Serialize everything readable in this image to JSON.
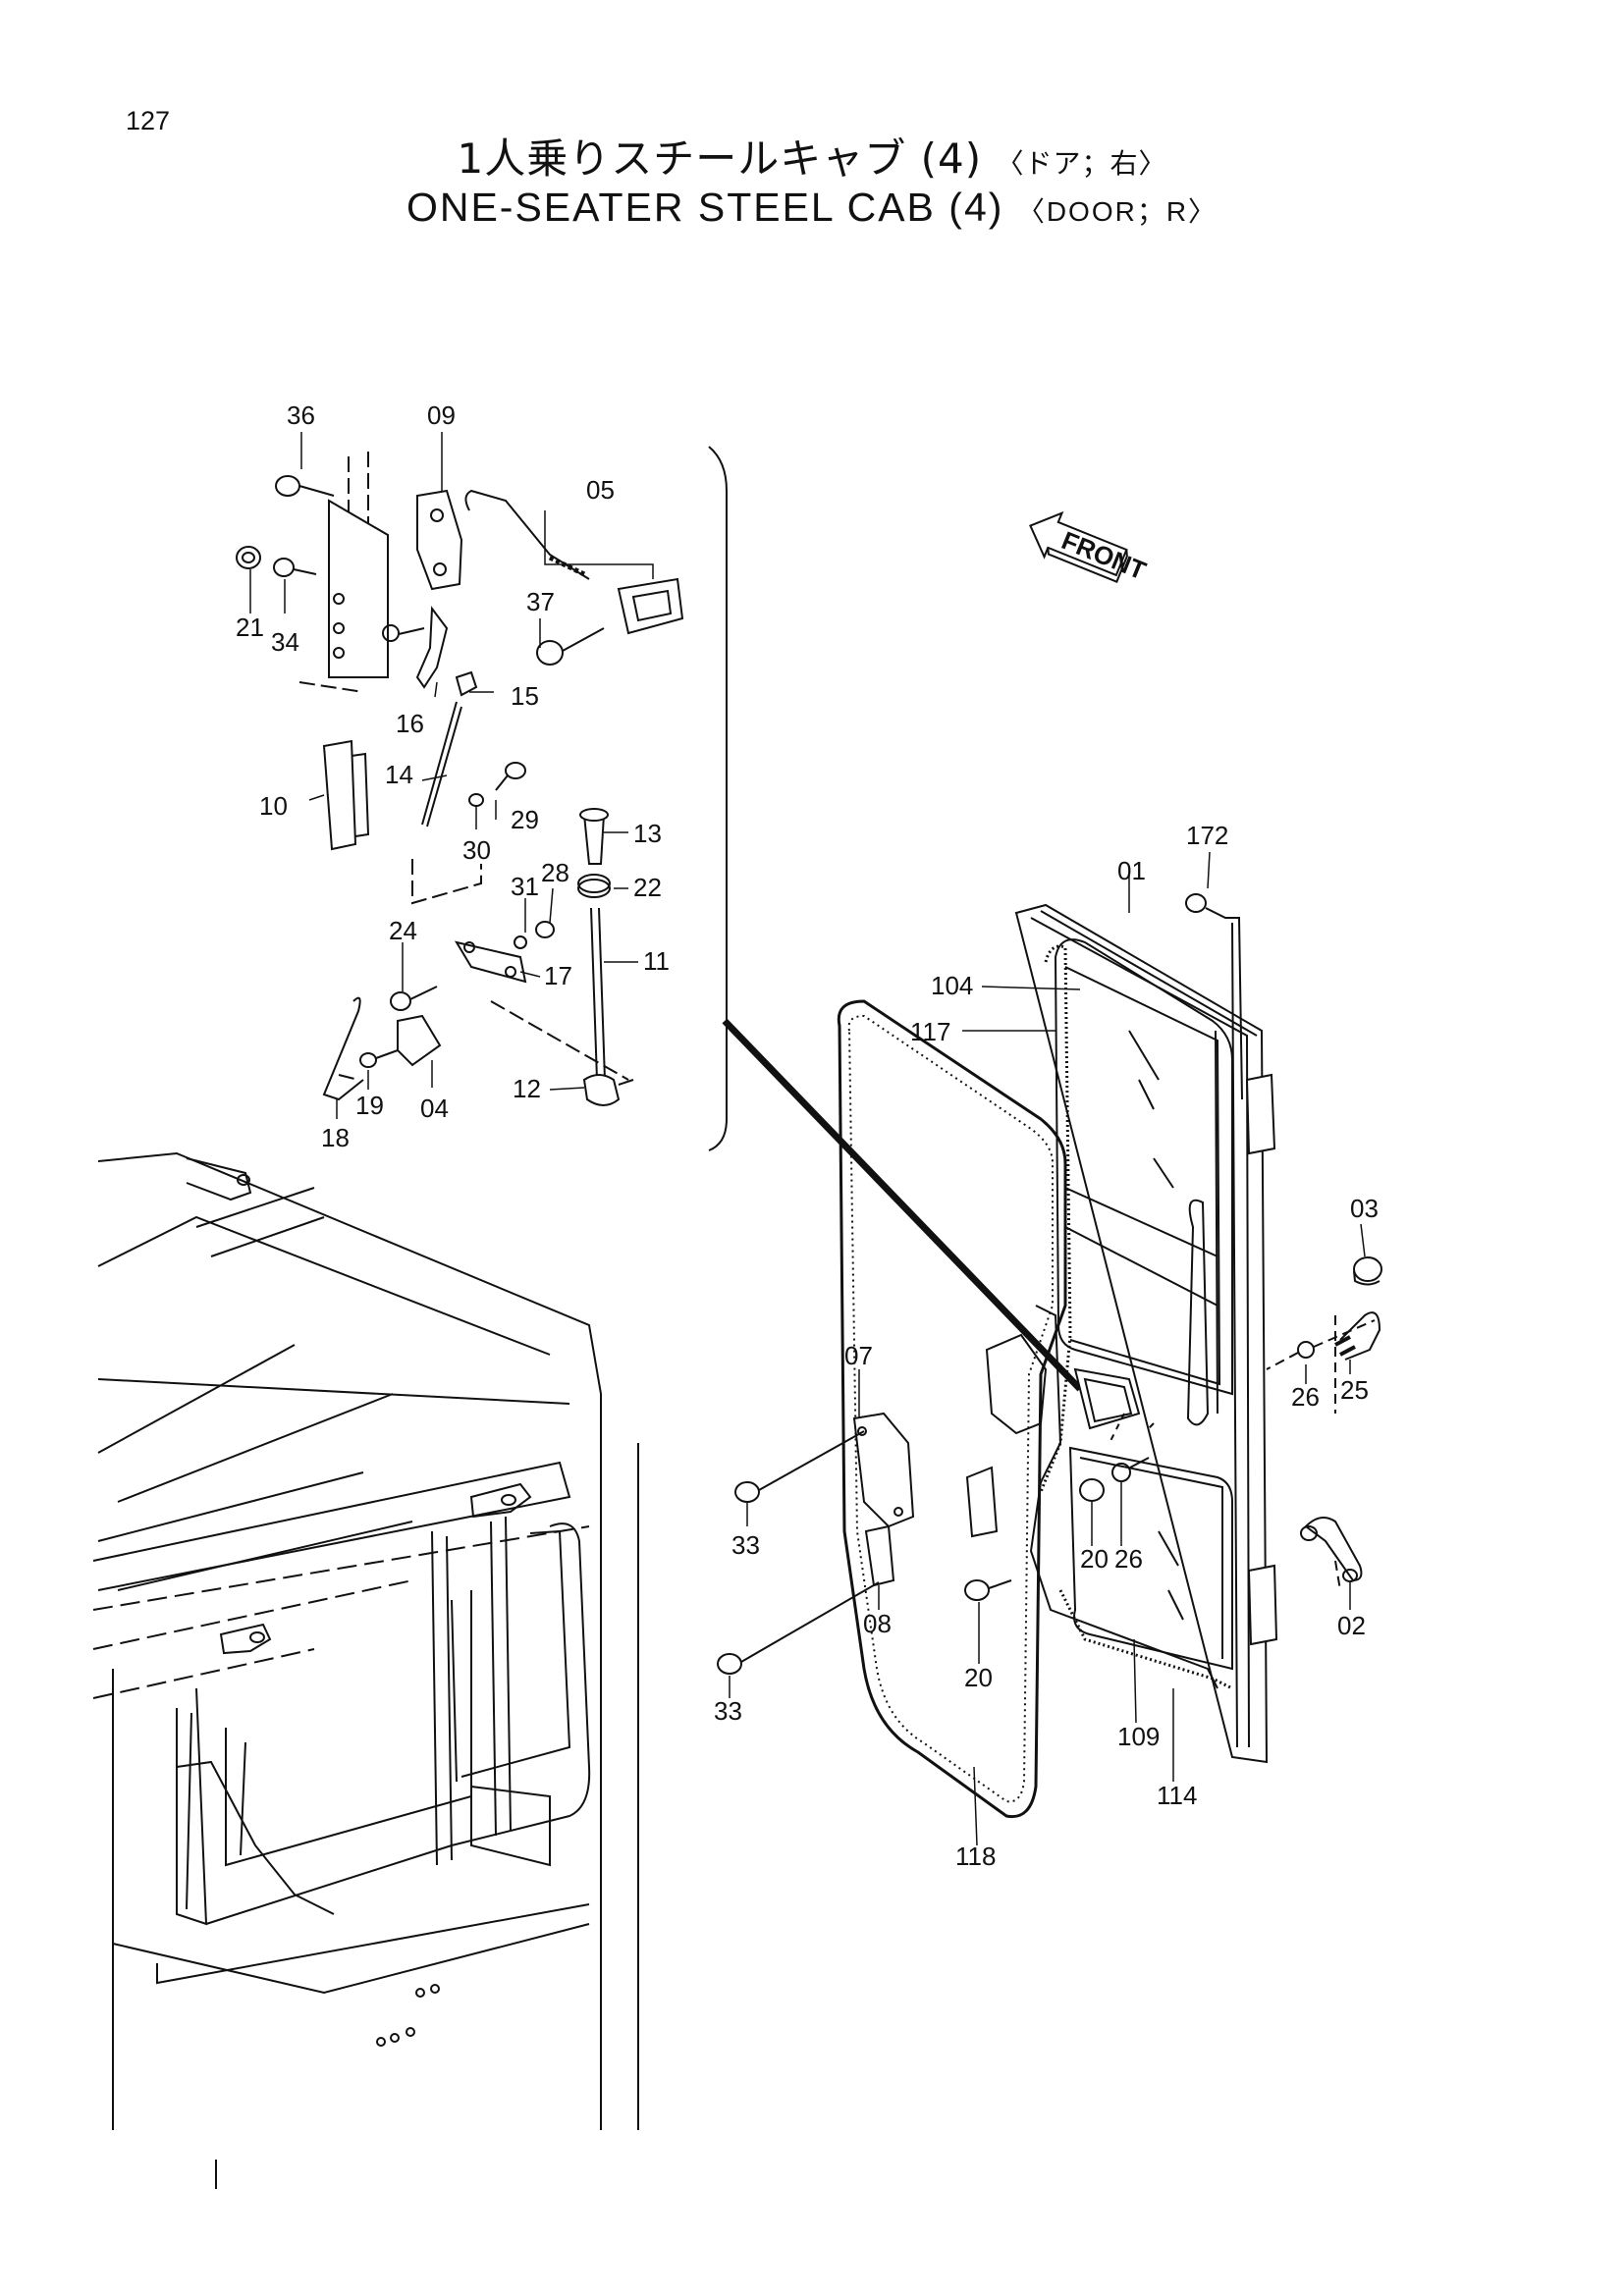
{
  "page_number": "127",
  "title_jp": "1人乗りスチールキャブ (4)",
  "title_jp_tag": "〈ドア；右〉",
  "title_en": "ONE-SEATER STEEL CAB (4)",
  "title_en_tag": "〈DOOR；R〉",
  "front_label": "FRONT",
  "callouts": {
    "c36": "36",
    "c09": "09",
    "c05": "05",
    "c21": "21",
    "c34": "34",
    "c37": "37",
    "c16": "16",
    "c15": "15",
    "c10": "10",
    "c14": "14",
    "c29": "29",
    "c30": "30",
    "c13": "13",
    "c22": "22",
    "c31": "31",
    "c28": "28",
    "c24": "24",
    "c17": "17",
    "c11": "11",
    "c12": "12",
    "c18": "18",
    "c19": "19",
    "c04": "04",
    "c172": "172",
    "c01": "01",
    "c104": "104",
    "c117": "117",
    "c03": "03",
    "c07": "07",
    "c26a": "26",
    "c25": "25",
    "c33a": "33",
    "c20a": "20",
    "c26b": "26",
    "c02": "02",
    "c08": "08",
    "c20b": "20",
    "c33b": "33",
    "c109": "109",
    "c114": "114",
    "c118": "118"
  }
}
